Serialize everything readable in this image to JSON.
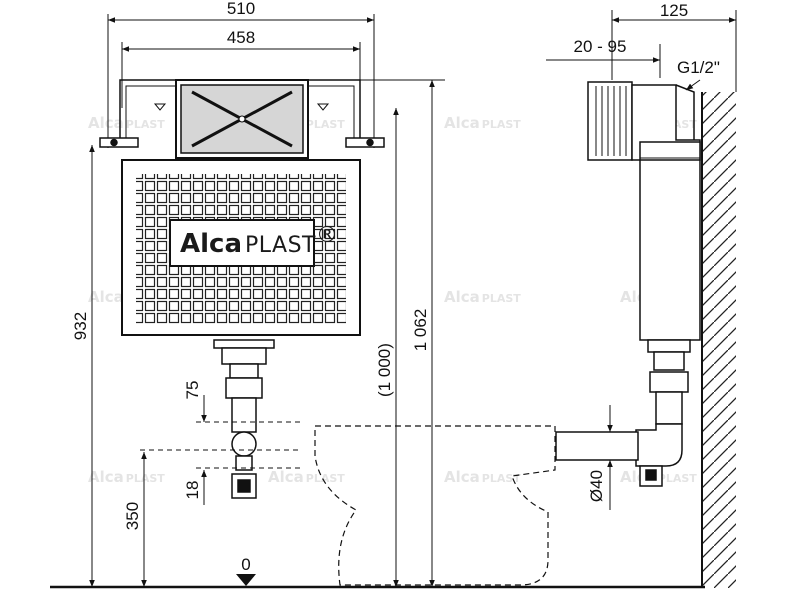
{
  "brand": {
    "bold": "Alca",
    "light": "PLAST",
    "reg": "®"
  },
  "watermark": {
    "bold": "Alca",
    "light": "PLAST"
  },
  "dimensions": {
    "width_outer": "510",
    "width_inner": "458",
    "height_frame": "932",
    "height_total": "1 062",
    "height_alt": "(1 000)",
    "drain_offset": "75",
    "drain_diameter_offset": "18",
    "bowl_height": "350",
    "floor_level": "0",
    "depth": "125",
    "depth_range": "20 - 95",
    "inlet_thread": "G1/2\"",
    "outlet_diameter": "Ø40"
  }
}
